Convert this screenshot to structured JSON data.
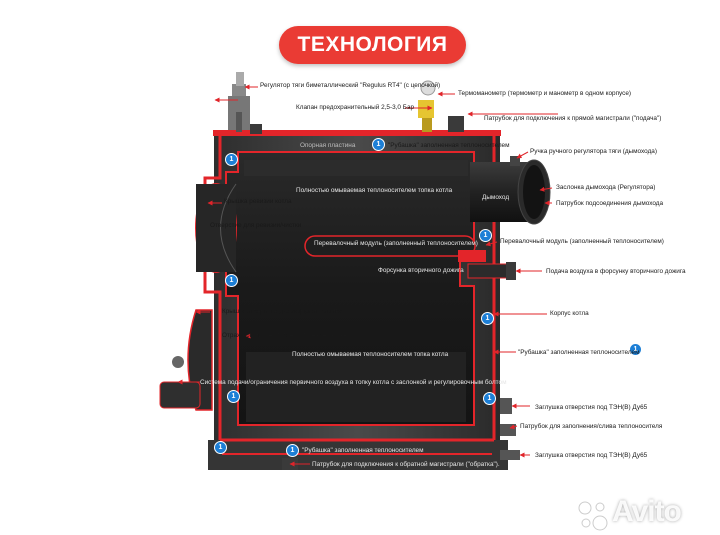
{
  "title": "ТЕХНОЛОГИЯ",
  "watermark": "Avito",
  "badge_number": "1",
  "colors": {
    "accent": "#ea3b34",
    "badge": "#1d7fd6",
    "body": "#3a3a3a",
    "chamber": "#1c1c1c",
    "arrow": "#e0242a"
  },
  "labels": {
    "reg_tyagi": "Регулятор тяги биметаллический \"Regulus RT4\" (с цепочкой)",
    "termomanometr": "Термоманометр (термометр и манометр в одном корпусе)",
    "klapan": "Клапан предохранительный 2,5-3,0 Бар",
    "patrubok_podacha": "Патрубок для подключения к прямой магистрали (\"подача\")",
    "opornaya": "Опорная пластина",
    "rubashka_top": "\"Рубашка\" заполненная теплоносителем",
    "ruchka": "Ручка ручного регулятора тяги (дымохода)",
    "omyvaemaya_top": "Полностью омываемая теплоносителем топка котла",
    "zaslonka": "Заслонка дымохода (Регулятора)",
    "dymohod": "Дымоход",
    "patrubok_dym": "Патрубок подсоединения дымохода",
    "kryshka_revizii": "Крышка ревизии котла",
    "otverstie_revizii": "Отверстие для ревизии/чистки",
    "perevalochny_inner": "Перевалочный модуль (заполненный теплоносителем)",
    "perevalochny_right": "Перевалочный модуль (заполненный теплоносителем)",
    "forsunka": "Форсунка вторичного дожига",
    "podacha_vozduha": "Подача воздуха в форсунку вторичного дожига",
    "korpus": "Корпус котла",
    "kryshka_zagruzki": "Крышка отверстия для загрузки топлива",
    "otrazhayushiy": "Отражающий (тепловое излучение) экран",
    "omyvaemaya_bottom": "Полностью омываемая теплоносителем топка котла",
    "rubashka_right": "\"Рубашка\" заполненная теплоносителем",
    "sistema_podachi": "Система подачи/ограничения первичного воздуха в топку котла с заслонкой и регулировочным болтом",
    "zaglushka_1": "Заглушка отверстия под ТЭН(В) Ду65",
    "patrubok_sliva": "Патрубок для заполнения/слива теплоносителя",
    "rubashka_bottom": "\"Рубашка\" заполненная теплоносителем",
    "zaglushka_2": "Заглушка отверстия под ТЭН(В) Ду65",
    "patrubok_obratka": "Патрубок для подключения к обратной магистрали (\"обратка\")."
  }
}
